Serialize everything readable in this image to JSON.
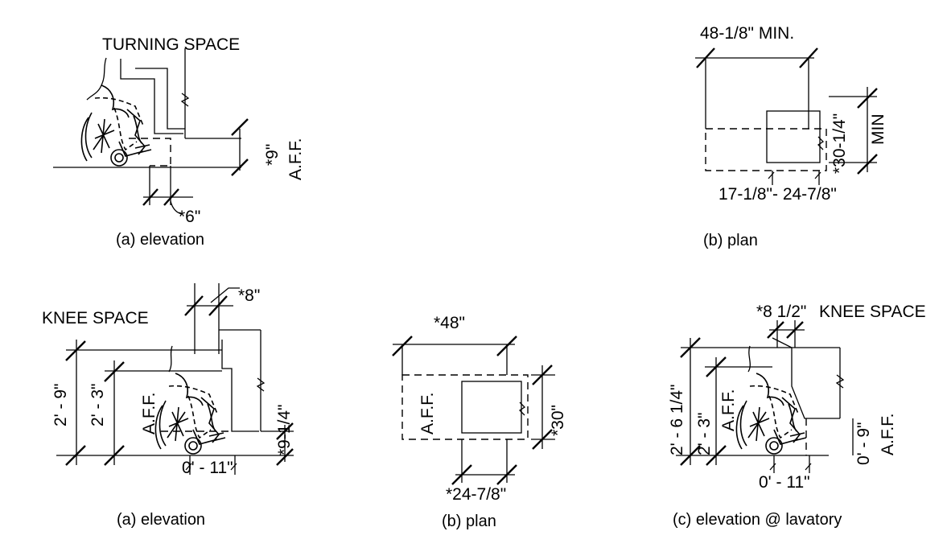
{
  "top_elevation": {
    "title": "TURNING SPACE",
    "toe_height": "*9\"",
    "toe_height_ref": "A.F.F.",
    "toe_depth": "*6\"",
    "caption": "(a) elevation"
  },
  "top_plan": {
    "width": "48-1/8\" MIN.",
    "depth": "*30-1/4\"",
    "depth_qualifier": "MIN",
    "toe_range": "17-1/8\"- 24-7/8\"",
    "caption": "(b) plan"
  },
  "bottom_elevation": {
    "title": "KNEE SPACE",
    "overall_height": "2' - 9\"",
    "knee_height": "2' - 3\"",
    "height_ref": "A.F.F.",
    "toe_height": "*9-1/4\"",
    "offset": "*8\"",
    "depth": "0' - 11\"",
    "caption": "(a) elevation"
  },
  "bottom_plan": {
    "width": "*48\"",
    "depth": "*30\"",
    "height_ref": "A.F.F.",
    "knee_width": "*24-7/8\"",
    "caption": "(b) plan"
  },
  "lavatory_elevation": {
    "title": "KNEE SPACE",
    "offset": "*8 1/2\"",
    "overall_height": "2' - 6 1/4\"",
    "knee_height": "2' - 3\"",
    "height_ref": "A.F.F.",
    "toe_height": "0' - 9\"",
    "toe_height_ref": "A.F.F.",
    "depth": "0' - 11\"",
    "caption": "(c) elevation @ lavatory"
  }
}
